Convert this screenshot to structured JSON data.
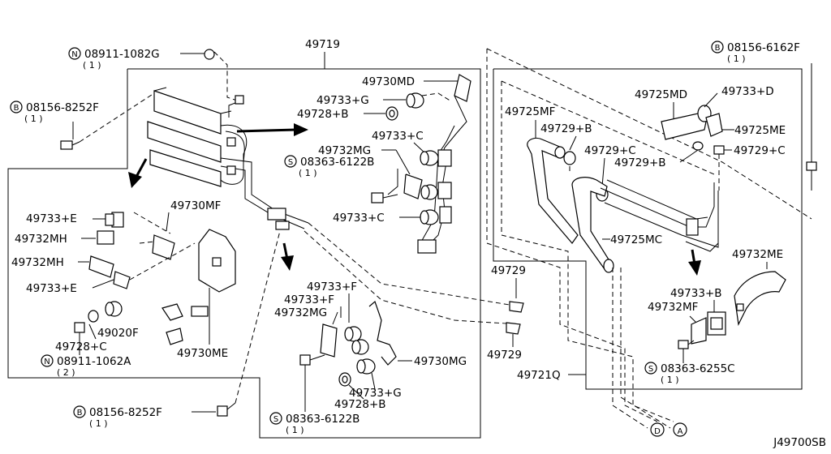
{
  "diagram_id": "J49700SB",
  "labels": {
    "l49719": "49719",
    "l49721Q": "49721Q",
    "l49729_a": "49729",
    "l49729_b": "49729",
    "l49725MD": "49725MD",
    "l49725MF": "49725MF",
    "l49725ME": "49725ME",
    "l49725MC": "49725MC",
    "l49729B": "49729+B",
    "l49729C_a": "49729+C",
    "l49729C_b": "49729+C",
    "l49729B_b": "49729+B",
    "l49733D": "49733+D",
    "l49730MD": "49730MD",
    "l49733G_top": "49733+G",
    "l49728B_top": "49728+B",
    "l49733C_a": "49733+C",
    "l49733C_b": "49733+C",
    "l49732MG_top": "49732MG",
    "l49730MF": "49730MF",
    "l49733E_a": "49733+E",
    "l49733E_b": "49733+E",
    "l49732MH_a": "49732MH",
    "l49732MH_b": "49732MH",
    "l49020F": "49020F",
    "l49728C": "49728+C",
    "l49730ME": "49730ME",
    "l49733F_a": "49733+F",
    "l49733F_b": "49733+F",
    "l49732MG_bot": "49732MG",
    "l49730MG": "49730MG",
    "l49733G_bot": "49733+G",
    "l49728B_bot": "49728+B",
    "l49732ME": "49732ME",
    "l49733B": "49733+B",
    "l49732MF": "49732MF"
  },
  "fasteners": [
    {
      "prefix": "N",
      "number": "08911-1082G",
      "qty": "( 1 )"
    },
    {
      "prefix": "B",
      "number": "08156-8252F",
      "qty": "( 1 )"
    },
    {
      "prefix": "S",
      "number": "08363-6122B",
      "qty": "( 1 )"
    },
    {
      "prefix": "N",
      "number": "08911-1062A",
      "qty": "( 2 )"
    },
    {
      "prefix": "B",
      "number": "08156-8252F",
      "qty": "( 1 )"
    },
    {
      "prefix": "S",
      "number": "08363-6122B",
      "qty": "( 1 )"
    },
    {
      "prefix": "B",
      "number": "08156-6162F",
      "qty": "( 1 )"
    },
    {
      "prefix": "S",
      "number": "08363-6255C",
      "qty": "( 1 )"
    }
  ],
  "connectors": {
    "d": "D",
    "a": "A"
  }
}
